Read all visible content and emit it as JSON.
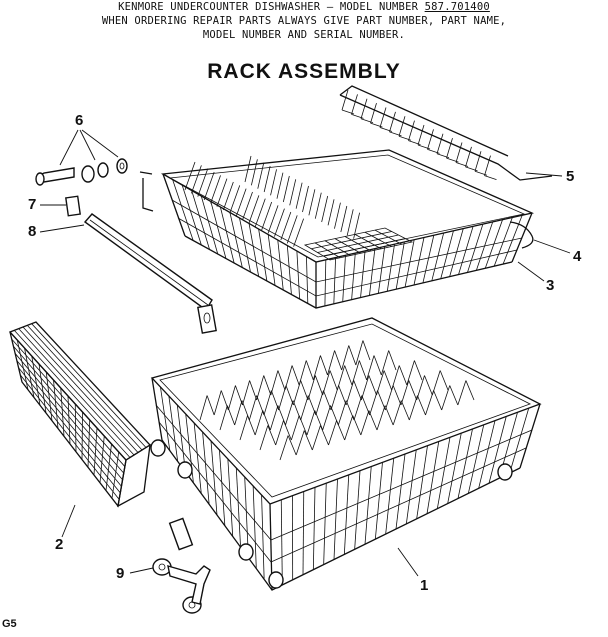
{
  "header": {
    "line1_prefix": "KENMORE UNDERCOUNTER DISHWASHER – MODEL NUMBER ",
    "model_number": "587.701400",
    "line1_suffix": "",
    "line2": "WHEN ORDERING REPAIR PARTS ALWAYS GIVE PART NUMBER, PART NAME,",
    "line3": "MODEL NUMBER AND SERIAL NUMBER."
  },
  "title": "RACK ASSEMBLY",
  "callouts": {
    "c1": "1",
    "c2": "2",
    "c3": "3",
    "c4": "4",
    "c5": "5",
    "c6": "6",
    "c7": "7",
    "c8": "8",
    "c9": "9"
  },
  "corner_code": "G5"
}
